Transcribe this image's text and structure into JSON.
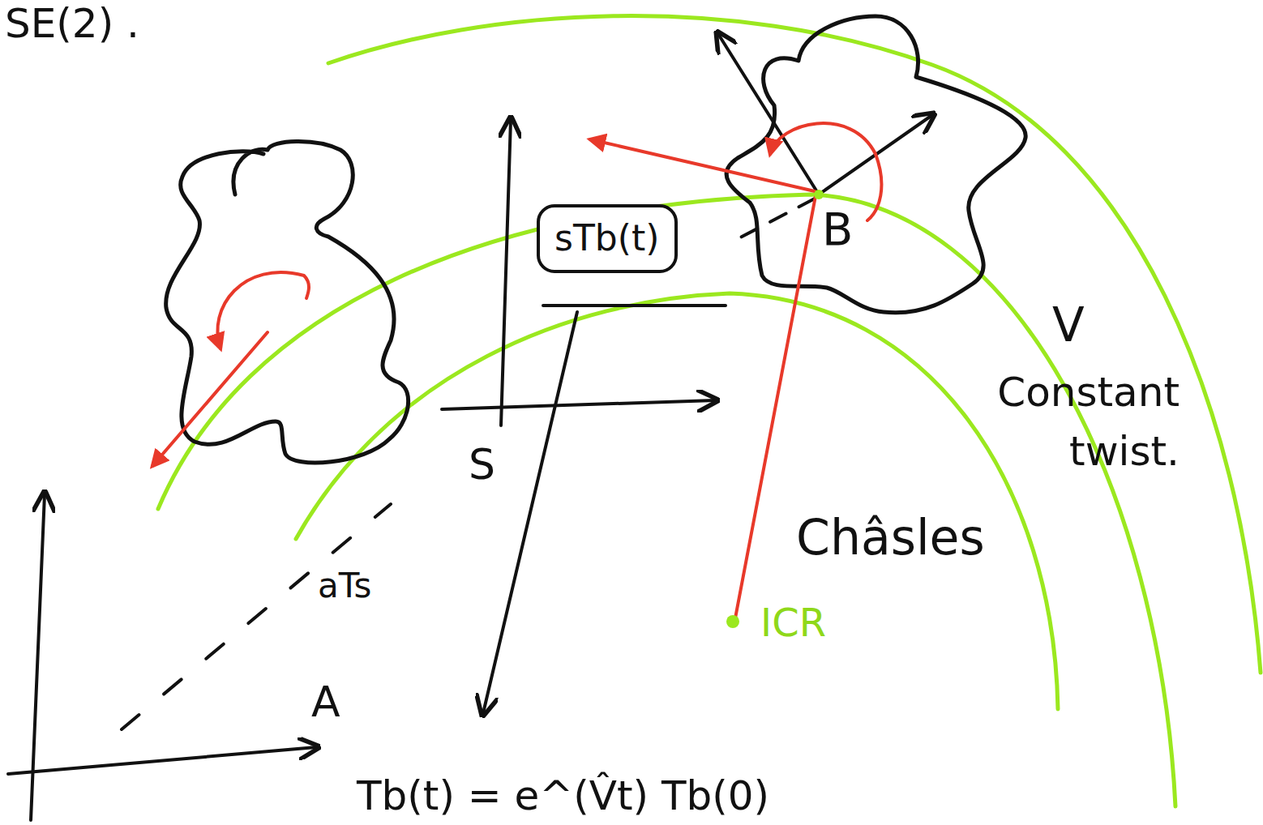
{
  "diagram": {
    "nodes": [
      {
        "text": [
          "sTb(t)"
        ]
      }
    ],
    "edges": [],
    "labels": [
      "SE(2) .",
      "S",
      "B",
      "A",
      "aTs",
      "V",
      "Constant twist.",
      "Châsles",
      "ICR",
      "Tb(t) = e^(V̂t) Tb(0)"
    ]
  }
}
